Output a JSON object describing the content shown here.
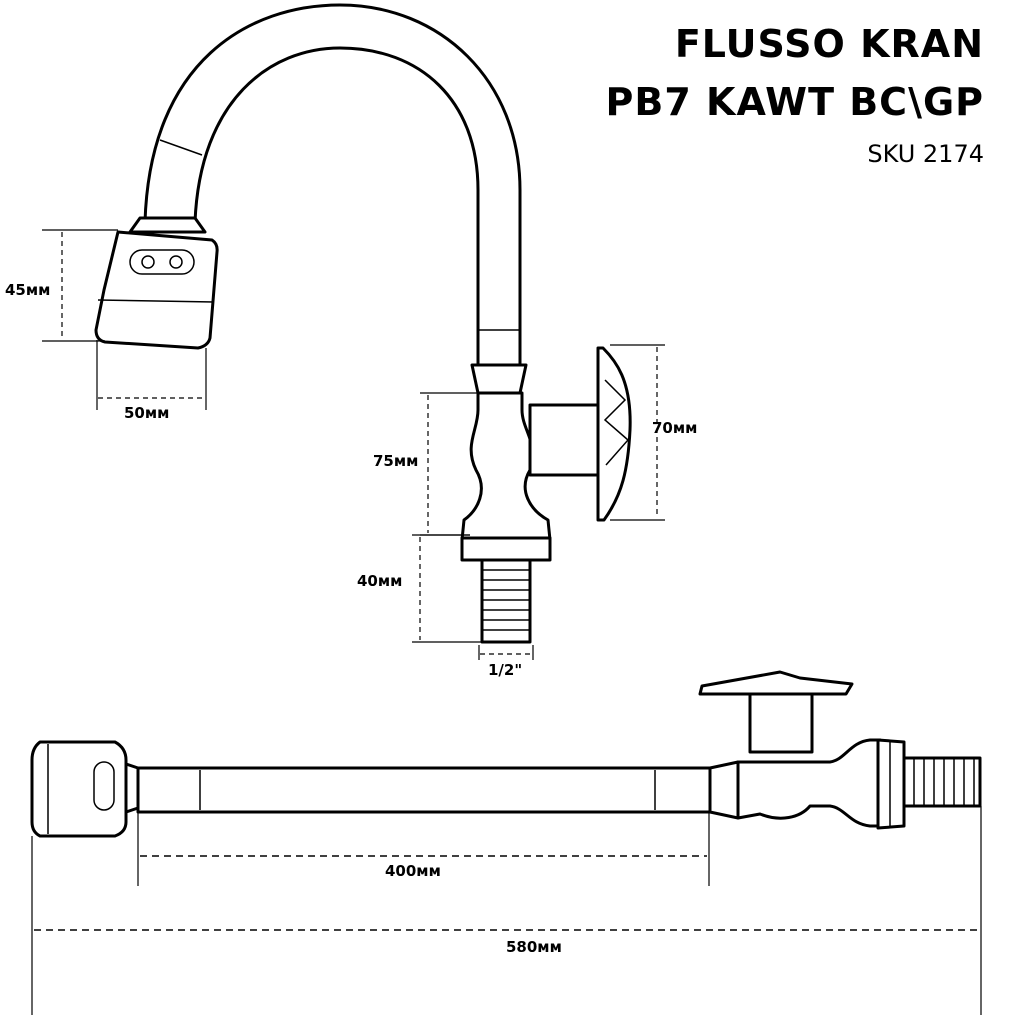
{
  "title": {
    "line1": "FLUSSO KRAN",
    "line2": "PB7 KAWT BC\\GP",
    "sku": "SKU 2174"
  },
  "dimensions": {
    "aerator_height": "45мм",
    "aerator_width": "50мм",
    "body_height": "75мм",
    "handle_height": "70мм",
    "thread_length": "40мм",
    "thread_size": "1/2\"",
    "spout_length": "400мм",
    "total_length": "580мм"
  }
}
